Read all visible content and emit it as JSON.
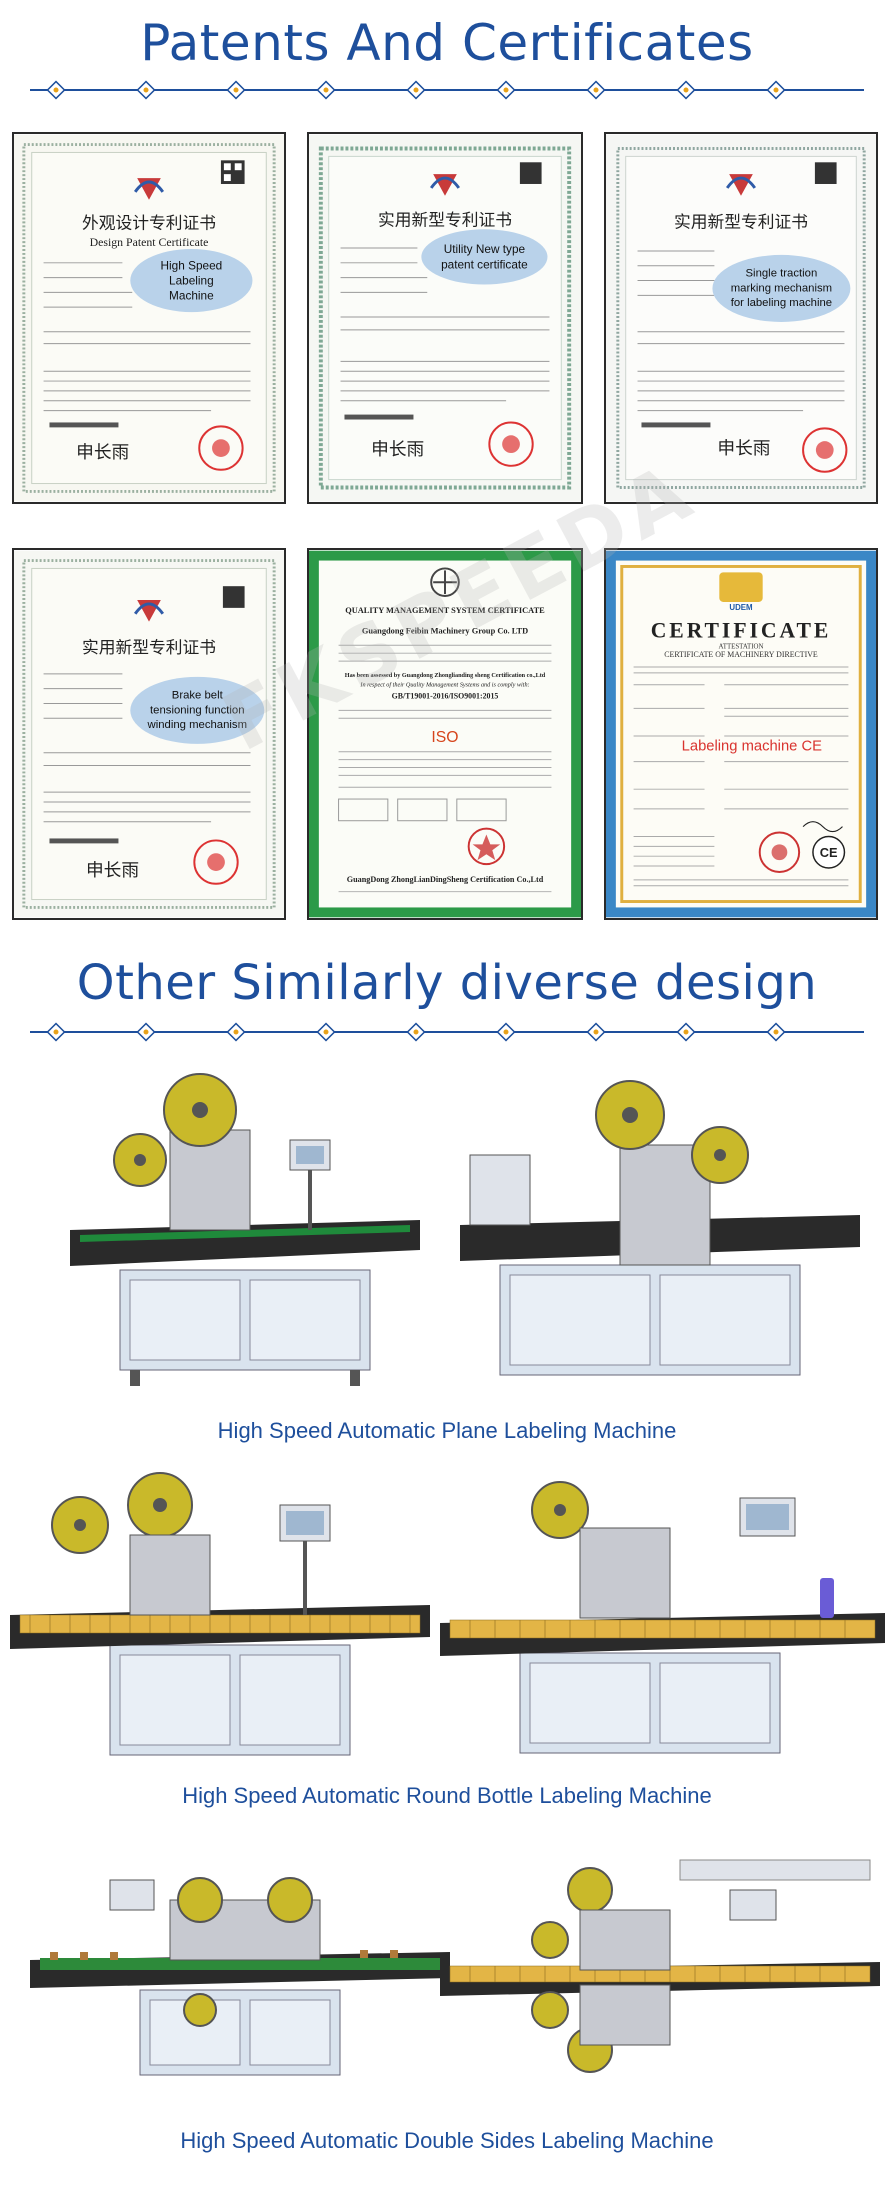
{
  "headings": {
    "patents": "Patents And Certificates",
    "designs": "Other Similarly diverse design"
  },
  "watermark": "FKSPEEDA",
  "certificates": [
    {
      "cn_title": "外观设计专利证书",
      "en_title": "Design Patent Certificate",
      "bubble": [
        "High Speed",
        "Labeling",
        "Machine"
      ],
      "signature": "申长雨"
    },
    {
      "cn_title": "实用新型专利证书",
      "bubble": [
        "Utility New type",
        "patent certificate"
      ],
      "signature": "申长雨"
    },
    {
      "cn_title": "实用新型专利证书",
      "bubble": [
        "Single traction",
        "marking mechanism",
        "for labeling machine"
      ],
      "signature": "申长雨"
    },
    {
      "cn_title": "实用新型专利证书",
      "bubble": [
        "Brake belt",
        "tensioning function",
        "winding mechanism"
      ],
      "signature": "申长雨"
    },
    {
      "header": "QUALITY MANAGEMENT SYSTEM CERTIFICATE",
      "company": "Guangdong Feibin Machinery Group Co. LTD",
      "assessed_by": "Has been assessed by Guangdong Zhonglianding sheng Certification co.,Ltd",
      "scope_line": "In respect of their Quality Management Systems and is comply with:",
      "standard": "GB/T19001-2016/ISO9001:2015",
      "mark": "ISO",
      "issuer": "GuangDong ZhongLianDingSheng Certification Co.,Ltd"
    },
    {
      "logo": "UDEM",
      "title": "CERTIFICATE",
      "attestation": "ATTESTATION",
      "subtitle": "CERTIFICATE OF MACHINERY DIRECTIVE",
      "overlay": "Labeling machine CE",
      "ce_mark": "CE"
    }
  ],
  "machines": [
    {
      "caption": "High Speed Automatic Plane Labeling Machine"
    },
    {
      "caption": "High Speed Automatic Round Bottle Labeling Machine"
    },
    {
      "caption": "High Speed Automatic Double Sides Labeling Machine"
    }
  ]
}
